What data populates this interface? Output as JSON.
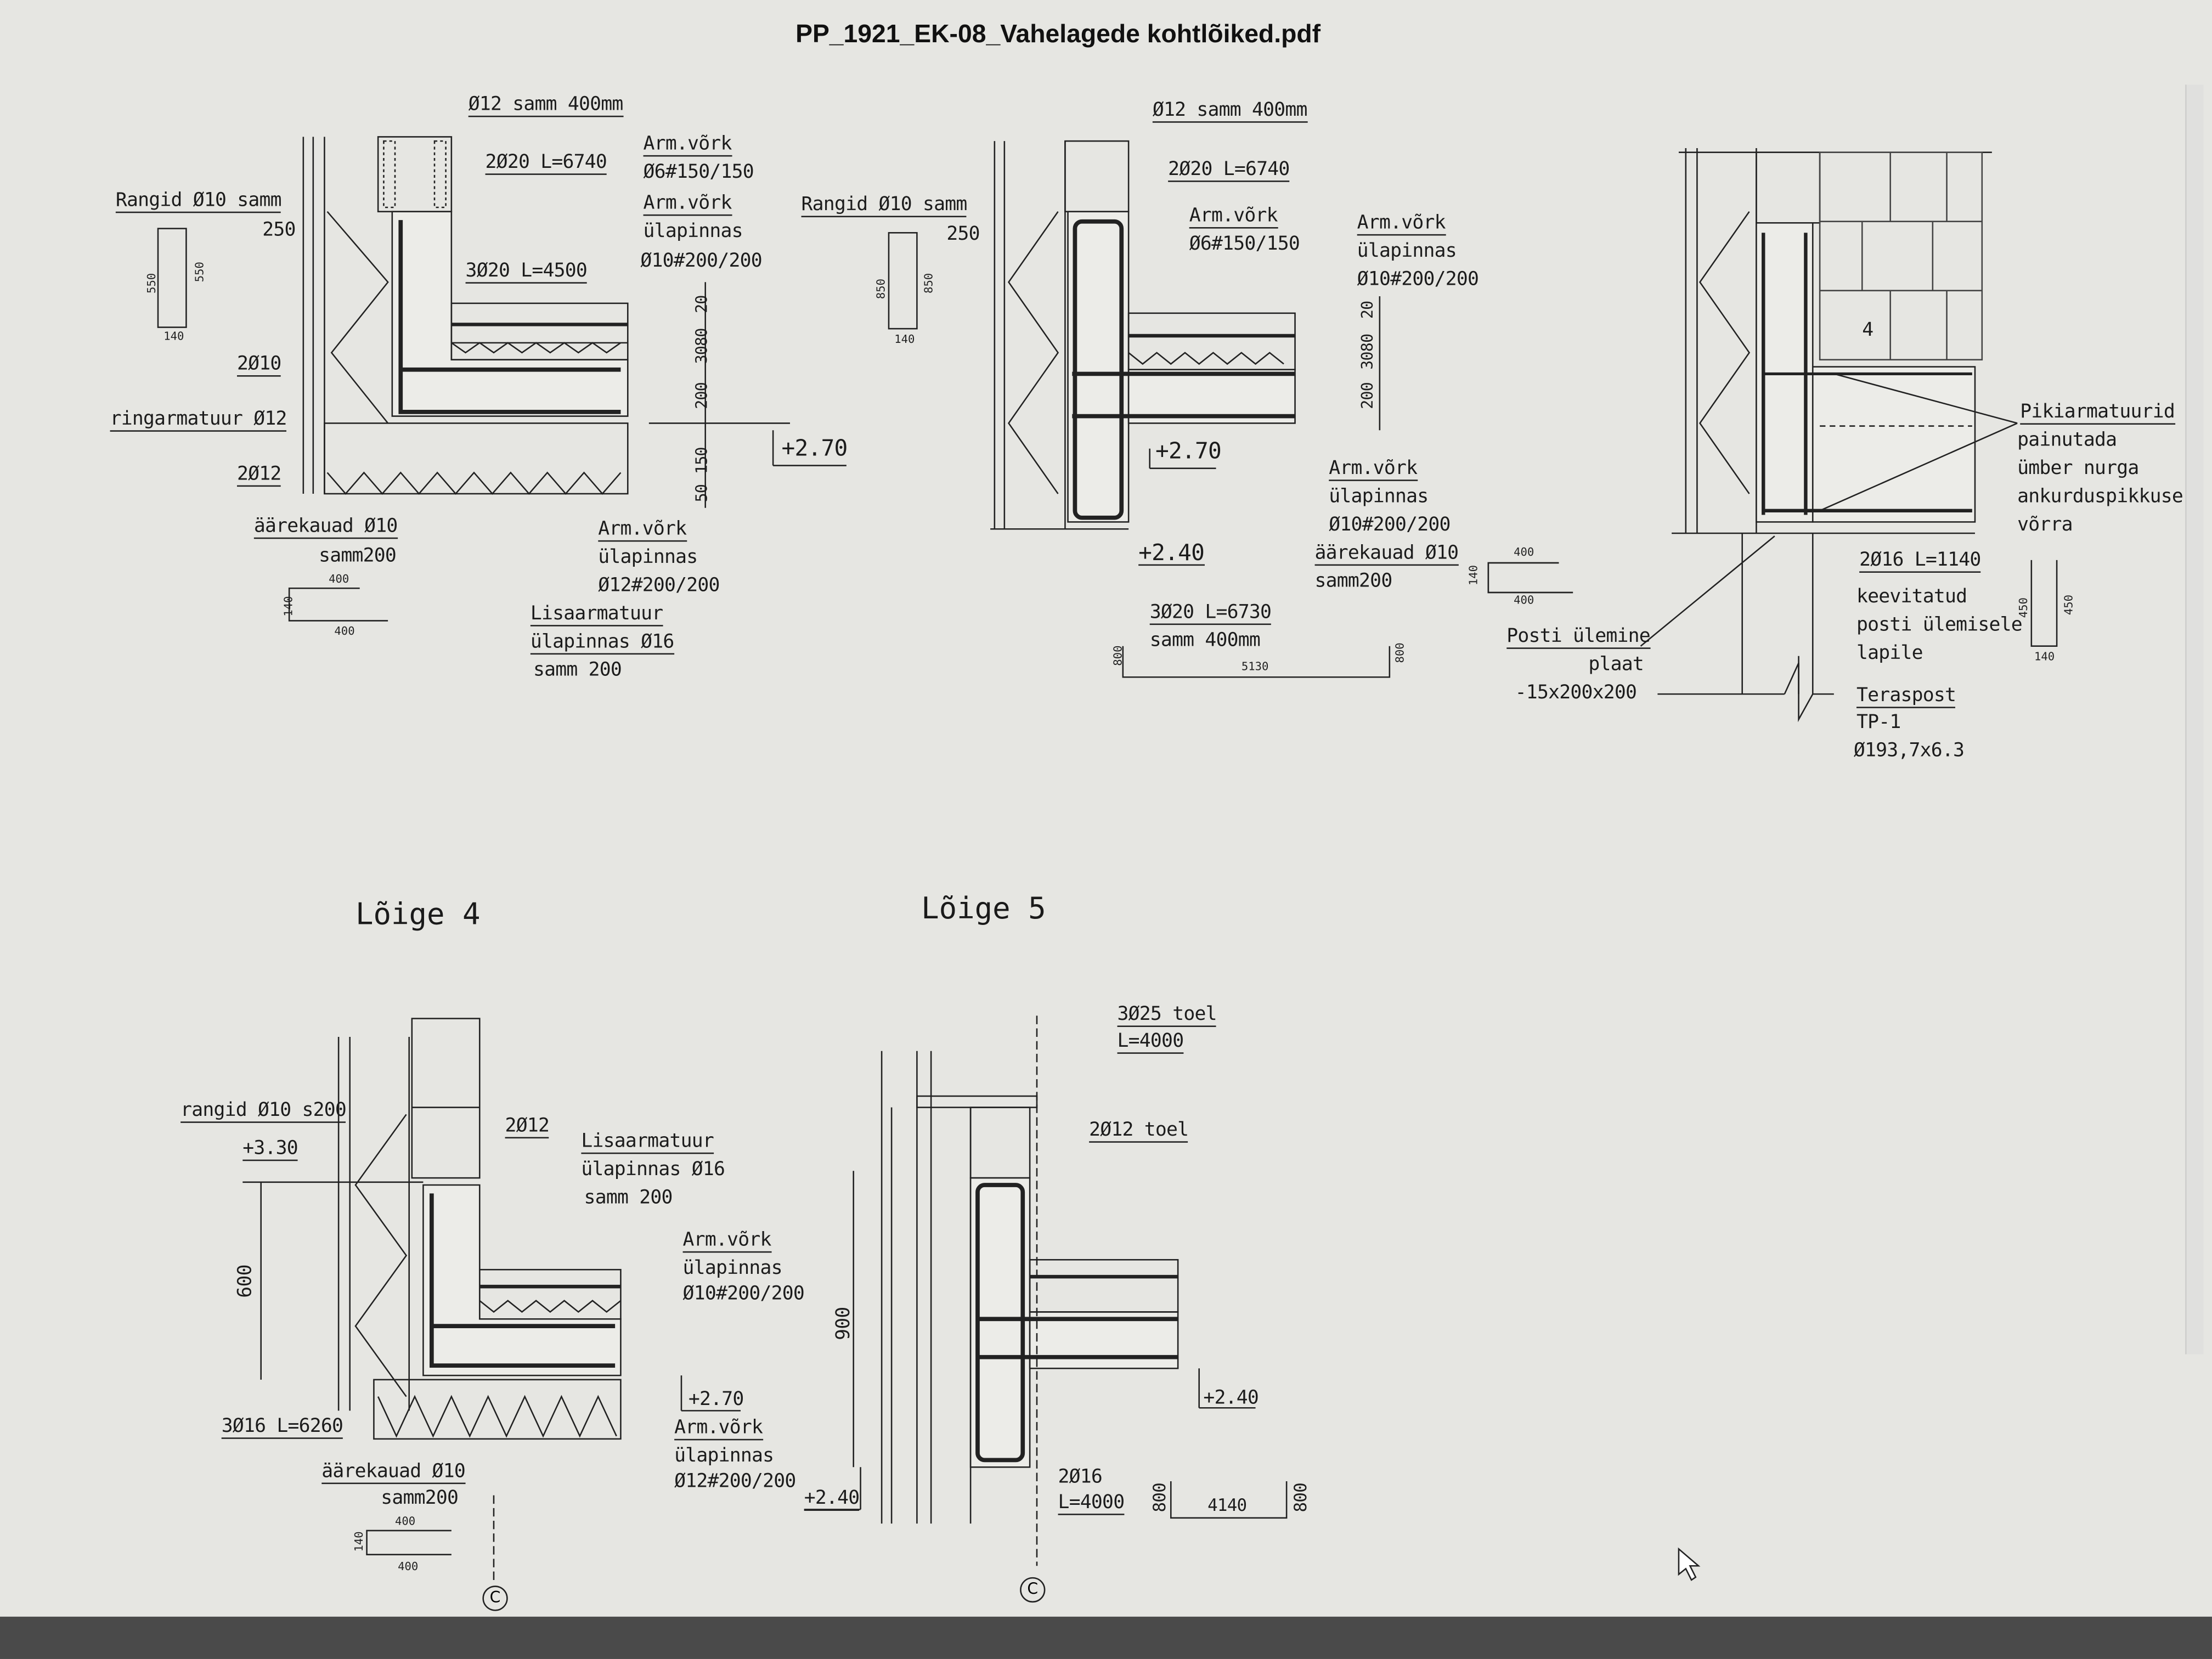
{
  "viewer": {
    "title": "PP_1921_EK-08_Vahelagede kohtlõiked.pdf"
  },
  "d1": [
    "Ø12 samm 400mm",
    "2Ø20 L=6740",
    "Arm.võrk",
    "Ø6#150/150",
    "Arm.võrk",
    "ülapinnas",
    "Ø10#200/200",
    "Rangid Ø10 samm",
    "250",
    "3Ø20 L=4500",
    "2Ø10",
    "ringarmatuur Ø12",
    "2Ø12",
    "äärekauad Ø10",
    "samm200",
    "Arm.võrk",
    "ülapinnas",
    "Ø12#200/200",
    "Lisaarmatuur",
    "ülapinnas Ø16",
    "samm 200",
    "+2.70"
  ],
  "d1dims": [
    "50",
    "150",
    "200",
    "3080",
    "20"
  ],
  "d1shapes": [
    "550",
    "550",
    "140",
    "400",
    "140",
    "400"
  ],
  "d2": [
    "Ø12 samm 400mm",
    "2Ø20 L=6740",
    "Arm.võrk",
    "Ø6#150/150",
    "Arm.võrk",
    "ülapinnas",
    "Ø10#200/200",
    "Rangid Ø10 samm",
    "250",
    "+2.70",
    "Arm.võrk",
    "ülapinnas",
    "Ø10#200/200",
    "äärekauad Ø10",
    "samm200",
    "+2.40",
    "3Ø20 L=6730",
    "samm 400mm"
  ],
  "d2dims": [
    "200",
    "3080",
    "20"
  ],
  "d2shapes": [
    "850",
    "850",
    "140",
    "400",
    "140",
    "400",
    "800",
    "5130",
    "800"
  ],
  "d3": [
    "Pikiarmatuurid",
    "painutada",
    "ümber nurga",
    "ankurduspikkuse",
    "võrra",
    "2Ø16 L=1140",
    "keevitatud",
    "posti ülemisele",
    "lapile",
    "Posti ülemine",
    "plaat",
    "-15x200x200",
    "Teraspost",
    "TP-1",
    "Ø193,7x6.3",
    "4"
  ],
  "d3shapes": [
    "400",
    "400",
    "450",
    "450",
    "140"
  ],
  "headings": [
    "Lõige 4",
    "Lõige 5"
  ],
  "d4": [
    "rangid Ø10 s200",
    "2Ø12",
    "+3.30",
    "Lisaarmatuur",
    "ülapinnas Ø16",
    "samm 200",
    "600",
    "Arm.võrk",
    "ülapinnas",
    "Ø10#200/200",
    "+2.70",
    "Arm.võrk",
    "ülapinnas",
    "Ø12#200/200",
    "3Ø16 L=6260",
    "äärekauad Ø10",
    "samm200",
    "C"
  ],
  "d4shapes": [
    "400",
    "140",
    "400"
  ],
  "d5": [
    "3Ø25 toel",
    "L=4000",
    "2Ø12 toel",
    "900",
    "+2.40",
    "+2.40",
    "2Ø16",
    "L=4000",
    "C"
  ],
  "d5shapes": [
    "800",
    "4140",
    "800"
  ]
}
